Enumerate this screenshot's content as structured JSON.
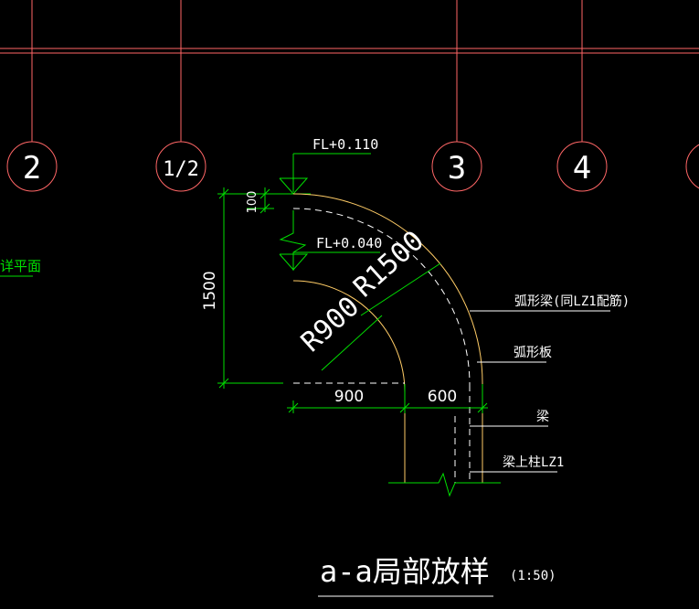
{
  "axes": [
    {
      "id": "axis-2",
      "label": "2"
    },
    {
      "id": "axis-1-2",
      "label": "1/2"
    },
    {
      "id": "axis-3",
      "label": "3"
    },
    {
      "id": "axis-4",
      "label": "4"
    }
  ],
  "side_label": "详平面",
  "levels": {
    "upper": "FL+0.110",
    "lower": "FL+0.040"
  },
  "dimensions": {
    "height_total": "1500",
    "step": "100",
    "inner_width": "900",
    "outer_width": "600",
    "radius_inner": "R900",
    "radius_outer": "R1500"
  },
  "callouts": {
    "arc_beam": "弧形梁(同LZ1配筋)",
    "arc_slab": "弧形板",
    "beam": "梁",
    "column": "梁上柱LZ1"
  },
  "title": {
    "main": "a-a局部放样",
    "scale": "(1:50)"
  },
  "colors": {
    "grid": "#ff6666",
    "dimension": "#00e000",
    "outline": "#ffcc66",
    "text": "#ffffff"
  }
}
